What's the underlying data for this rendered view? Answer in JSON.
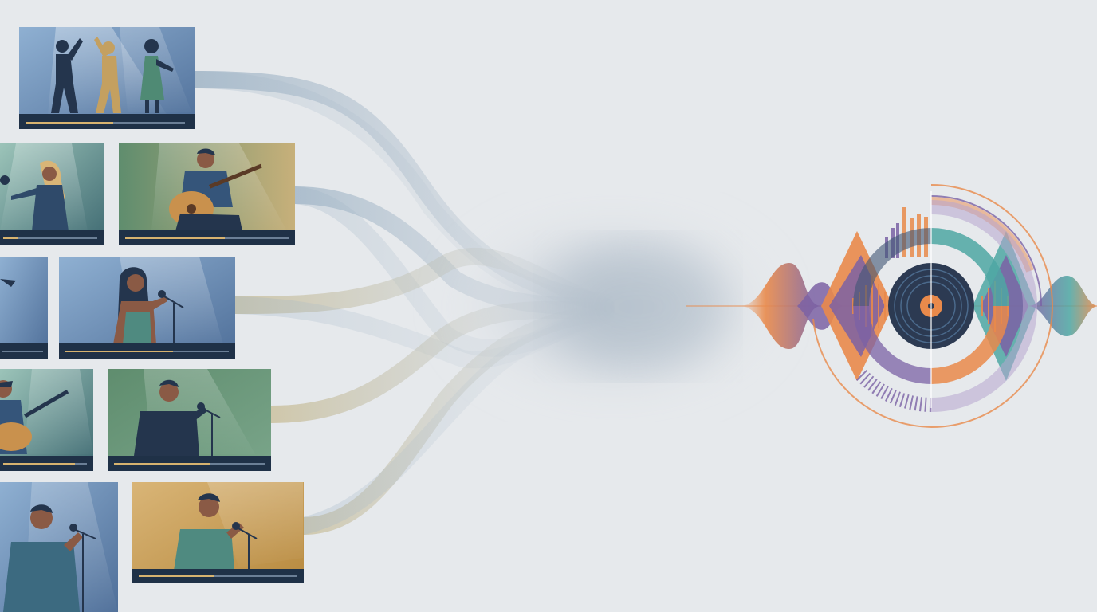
{
  "colors": {
    "background": "#e6e9ec",
    "card_blue": "#6f8fb6",
    "card_green": "#6f9a7a",
    "card_gold": "#c9a25c",
    "card_teal": "#79a9a0",
    "bar_navy": "#1f3147",
    "silhouette": "#24354d",
    "skin": "#8a5a45",
    "accent_orange": "#e98a4b",
    "accent_purple": "#7b62a5",
    "accent_teal": "#4ea7a3",
    "stream_blue": "#9fb4c6",
    "stream_gold": "#c4b78b"
  },
  "video_cards": [
    {
      "subject": "dancers",
      "tone": "blue"
    },
    {
      "subject": "singer-blonde",
      "tone": "teal"
    },
    {
      "subject": "guitarist",
      "tone": "green"
    },
    {
      "subject": "edge-clip",
      "tone": "blue"
    },
    {
      "subject": "female-vocalist",
      "tone": "blue"
    },
    {
      "subject": "guitarist-edge",
      "tone": "teal"
    },
    {
      "subject": "male-vocalist",
      "tone": "green"
    },
    {
      "subject": "vocalist-blue",
      "tone": "blue"
    },
    {
      "subject": "vocalist-gold",
      "tone": "gold"
    }
  ],
  "icons": {
    "merge_cloud": "blur-cloud-icon",
    "waveform": "sound-waveform-icon",
    "vinyl": "vinyl-record-icon"
  }
}
